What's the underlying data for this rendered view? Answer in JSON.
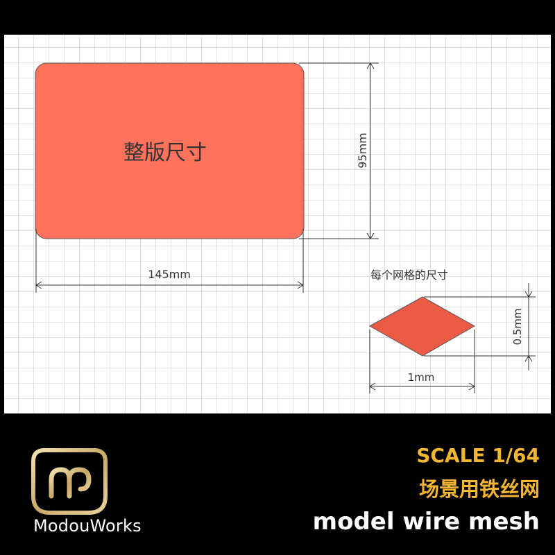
{
  "diagram": {
    "plate_label": "整版尺寸",
    "width_label": "145mm",
    "height_label": "95mm",
    "cell_title": "每个网格的尺寸",
    "cell_width_label": "1mm",
    "cell_height_label": "0.5mm",
    "plate_color": "#ff735c",
    "cell_color": "#ea5a45"
  },
  "footer": {
    "brand_name": "ModouWorks",
    "scale": "SCALE 1/64",
    "product_name_cn": "场景用铁丝网",
    "product_name_en": "model wire mesh",
    "accent_color": "#f2b632"
  }
}
